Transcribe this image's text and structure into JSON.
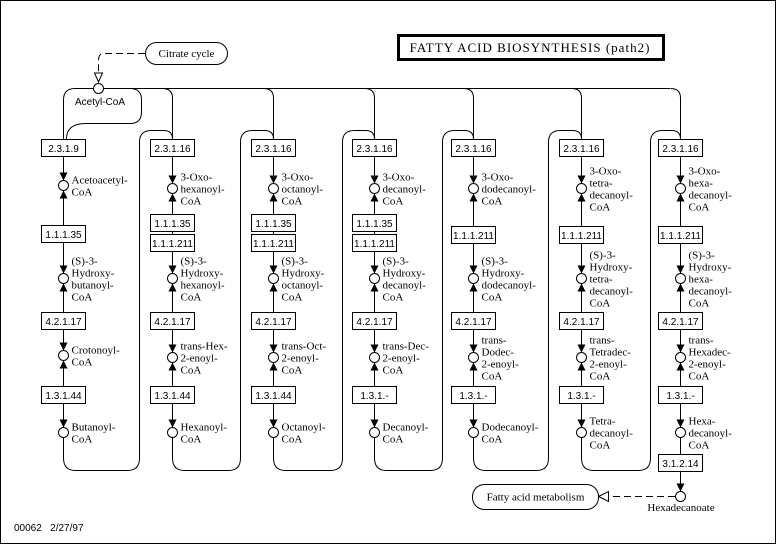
{
  "title": "FATTY ACID BIOSYNTHESIS (path2)",
  "footer": "00062   2/27/97",
  "links": {
    "citrate_cycle": "Citrate cycle",
    "fatty_acid_metabolism": "Fatty acid metabolism"
  },
  "start_compound": "Acetyl-CoA",
  "end_compound": "Hexadecanoate",
  "columns": [
    {
      "enzymes": [
        [
          "2.3.1.9"
        ],
        [
          "1.1.1.35"
        ],
        [
          "4.2.1.17"
        ],
        [
          "1.3.1.44"
        ]
      ],
      "compounds": [
        [
          "Acetoacetyl-",
          "CoA"
        ],
        [
          "(S)-3-",
          "Hydroxy-",
          "butanoyl-",
          "CoA"
        ],
        [
          "Crotonoyl-",
          "CoA"
        ],
        [
          "Butanoyl-",
          "CoA"
        ]
      ]
    },
    {
      "enzymes": [
        [
          "2.3.1.16"
        ],
        [
          "1.1.1.35",
          "1.1.1.211"
        ],
        [
          "4.2.1.17"
        ],
        [
          "1.3.1.44"
        ]
      ],
      "compounds": [
        [
          "3-Oxo-",
          "hexanoyl-",
          "CoA"
        ],
        [
          "(S)-3-",
          "Hydroxy-",
          "hexanoyl-",
          "CoA"
        ],
        [
          "trans-Hex-",
          "2-enoyl-",
          "CoA"
        ],
        [
          "Hexanoyl-",
          "CoA"
        ]
      ]
    },
    {
      "enzymes": [
        [
          "2.3.1.16"
        ],
        [
          "1.1.1.35",
          "1.1.1.211"
        ],
        [
          "4.2.1.17"
        ],
        [
          "1.3.1.44"
        ]
      ],
      "compounds": [
        [
          "3-Oxo-",
          "octanoyl-",
          "CoA"
        ],
        [
          "(S)-3-",
          "Hydroxy-",
          "octanoyl-",
          "CoA"
        ],
        [
          "trans-Oct-",
          "2-enoyl-",
          "CoA"
        ],
        [
          "Octanoyl-",
          "CoA"
        ]
      ]
    },
    {
      "enzymes": [
        [
          "2.3.1.16"
        ],
        [
          "1.1.1.35",
          "1.1.1.211"
        ],
        [
          "4.2.1.17"
        ],
        [
          "1.3.1.-"
        ]
      ],
      "compounds": [
        [
          "3-Oxo-",
          "decanoyl-",
          "CoA"
        ],
        [
          "(S)-3-",
          "Hydroxy-",
          "decanoyl-",
          "CoA"
        ],
        [
          "trans-Dec-",
          "2-enoyl-",
          "CoA"
        ],
        [
          "Decanoyl-",
          "CoA"
        ]
      ]
    },
    {
      "enzymes": [
        [
          "2.3.1.16"
        ],
        [
          "1.1.1.211"
        ],
        [
          "4.2.1.17"
        ],
        [
          "1.3.1.-"
        ]
      ],
      "compounds": [
        [
          "3-Oxo-",
          "dodecanoyl-",
          "CoA"
        ],
        [
          "(S)-3-",
          "Hydroxy-",
          "dodecanoyl-",
          "CoA"
        ],
        [
          "trans-",
          "Dodec-",
          "2-enoyl-",
          "CoA"
        ],
        [
          "Dodecanoyl-",
          "CoA"
        ]
      ]
    },
    {
      "enzymes": [
        [
          "2.3.1.16"
        ],
        [
          "1.1.1.211"
        ],
        [
          "4.2.1.17"
        ],
        [
          "1.3.1.-"
        ]
      ],
      "compounds": [
        [
          "3-Oxo-",
          "tetra-",
          "decanoyl-",
          "CoA"
        ],
        [
          "(S)-3-",
          "Hydroxy-",
          "tetra-",
          "decanoyl-",
          "CoA"
        ],
        [
          "trans-",
          "Tetradec-",
          "2-enoyl-",
          "CoA"
        ],
        [
          "Tetra-",
          "decanoyl-",
          "CoA"
        ]
      ]
    },
    {
      "enzymes": [
        [
          "2.3.1.16"
        ],
        [
          "1.1.1.211"
        ],
        [
          "4.2.1.17"
        ],
        [
          "1.3.1.-"
        ],
        [
          "3.1.2.14"
        ]
      ],
      "compounds": [
        [
          "3-Oxo-",
          "hexa-",
          "decanoyl-",
          "CoA"
        ],
        [
          "(S)-3-",
          "Hydroxy-",
          "hexa-",
          "decanoyl-",
          "CoA"
        ],
        [
          "trans-",
          "Hexadec-",
          "2-enoyl-",
          "CoA"
        ],
        [
          "Hexa-",
          "decanoyl-",
          "CoA"
        ]
      ]
    }
  ]
}
